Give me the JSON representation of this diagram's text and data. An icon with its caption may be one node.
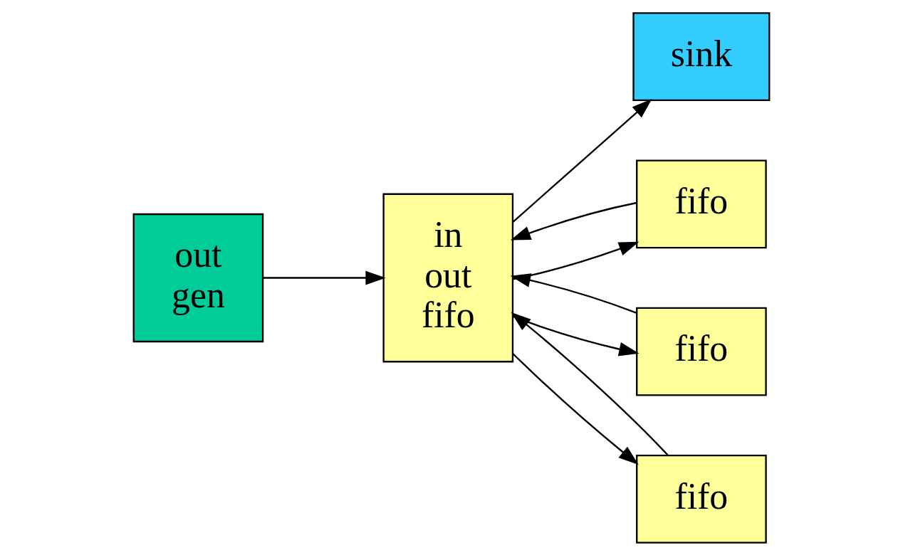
{
  "diagram": {
    "nodes": [
      {
        "text": [
          "out",
          "gen"
        ]
      },
      {
        "text": [
          "in",
          "out",
          "fifo"
        ]
      },
      {
        "text": [
          "sink"
        ]
      },
      {
        "text": [
          "fifo"
        ]
      },
      {
        "text": [
          "fifo"
        ]
      },
      {
        "text": [
          "fifo"
        ]
      }
    ],
    "edges": [
      {
        "from": 0,
        "to": 1,
        "arrow": "to"
      },
      {
        "from": 1,
        "to": 3,
        "arrow": "to"
      },
      {
        "from": 1,
        "to": 4,
        "arrow": "to"
      },
      {
        "from": 1,
        "to": 5,
        "arrow": "to"
      },
      {
        "from": 1,
        "to": 2,
        "arrow": "to"
      },
      {
        "from": 3,
        "to": 1,
        "arrow": "to"
      },
      {
        "from": 4,
        "to": 1,
        "arrow": "to"
      },
      {
        "from": 5,
        "to": 1,
        "arrow": "to"
      }
    ]
  }
}
